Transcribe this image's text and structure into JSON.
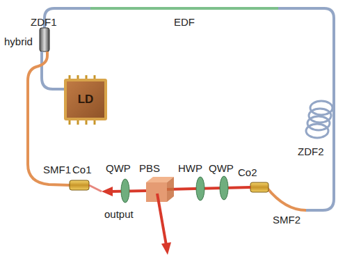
{
  "diagram": {
    "nodes": [
      {
        "text": [
          "LD"
        ]
      }
    ],
    "labels": [
      "ZDF1",
      "EDF",
      "hybrid",
      "ZDF2",
      "SMF1",
      "Co1",
      "QWP",
      "PBS",
      "HWP",
      "QWP",
      "Co2",
      "SMF2",
      "output"
    ]
  }
}
